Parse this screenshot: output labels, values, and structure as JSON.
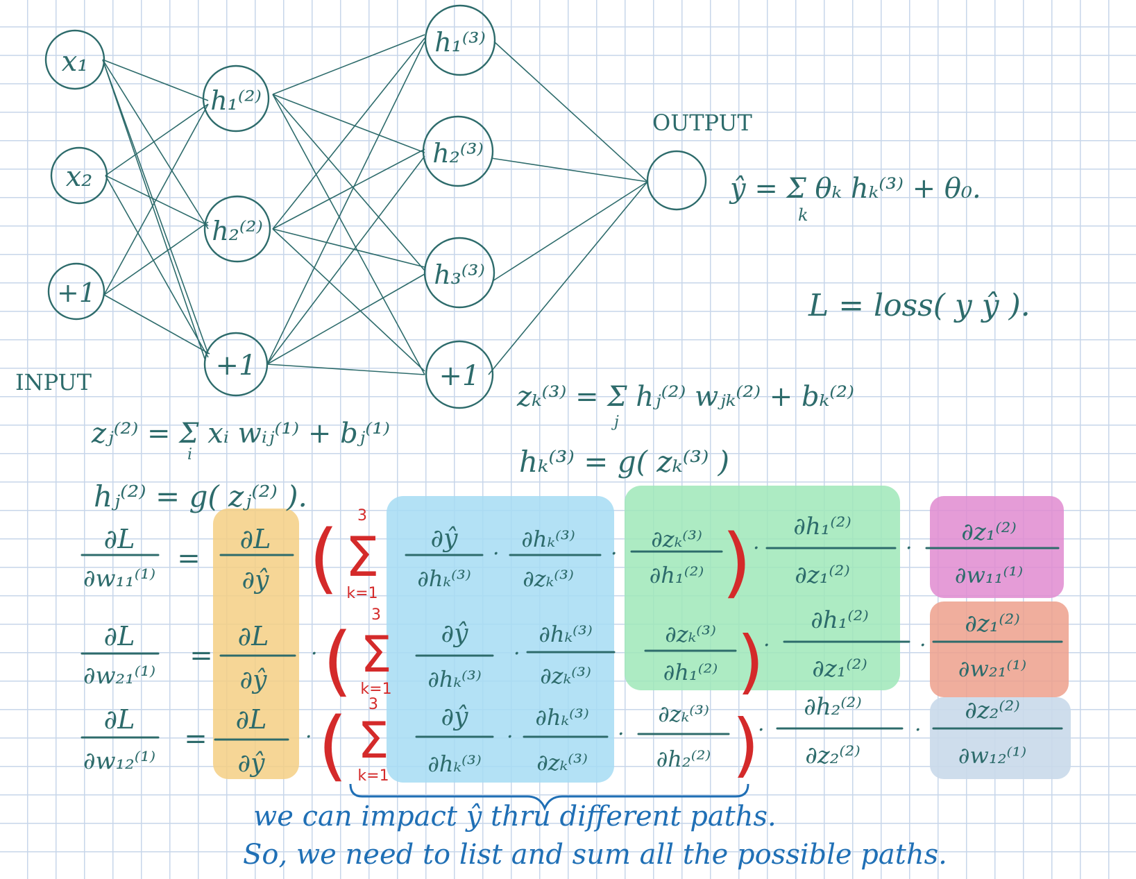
{
  "network": {
    "input_label": "INPUT",
    "output_label": "OUTPUT",
    "input_nodes": [
      "x₁",
      "x₂",
      "+1"
    ],
    "hidden2_nodes": [
      "h₁⁽²⁾",
      "h₂⁽²⁾",
      "+1"
    ],
    "hidden3_nodes": [
      "h₁⁽³⁾",
      "h₂⁽³⁾",
      "h₃⁽³⁾",
      "+1"
    ],
    "output_node": ""
  },
  "equations": {
    "yhat": "ŷ = Σ θₖ hₖ⁽³⁾ + θ₀.",
    "yhat_sub": "k",
    "loss": "L = loss( y ŷ ).",
    "zj2": "zⱼ⁽²⁾ = Σ xᵢ wᵢⱼ⁽¹⁾ + bⱼ⁽¹⁾",
    "zj2_sub": "i",
    "hj2": "hⱼ⁽²⁾ = g( zⱼ⁽²⁾ ).",
    "zk3": "zₖ⁽³⁾ = Σ hⱼ⁽²⁾ wⱼₖ⁽²⁾ + bₖ⁽²⁾",
    "zk3_sub": "j",
    "hk3": "hₖ⁽³⁾ = g( zₖ⁽³⁾ )"
  },
  "rows": [
    {
      "lhs_num": "∂L",
      "lhs_den": "∂w₁₁⁽¹⁾",
      "f1_num": "∂L",
      "f1_den": "∂ŷ",
      "sum_top": "3",
      "sum_bot": "k=1",
      "f2_num": "∂ŷ",
      "f2_den": "∂hₖ⁽³⁾",
      "f3_num": "∂hₖ⁽³⁾",
      "f3_den": "∂zₖ⁽³⁾",
      "f4_num": "∂zₖ⁽³⁾",
      "f4_den": "∂h₁⁽²⁾",
      "f5_num": "∂h₁⁽²⁾",
      "f5_den": "∂z₁⁽²⁾",
      "f6_num": "∂z₁⁽²⁾",
      "f6_den": "∂w₁₁⁽¹⁾"
    },
    {
      "lhs_num": "∂L",
      "lhs_den": "∂w₂₁⁽¹⁾",
      "f1_num": "∂L",
      "f1_den": "∂ŷ",
      "sum_top": "3",
      "sum_bot": "k=1",
      "f2_num": "∂ŷ",
      "f2_den": "∂hₖ⁽³⁾",
      "f3_num": "∂hₖ⁽³⁾",
      "f3_den": "∂zₖ⁽³⁾",
      "f4_num": "∂zₖ⁽³⁾",
      "f4_den": "∂h₁⁽²⁾",
      "f5_num": "∂h₁⁽²⁾",
      "f5_den": "∂z₁⁽²⁾",
      "f6_num": "∂z₁⁽²⁾",
      "f6_den": "∂w₂₁⁽¹⁾"
    },
    {
      "lhs_num": "∂L",
      "lhs_den": "∂w₁₂⁽¹⁾",
      "f1_num": "∂L",
      "f1_den": "∂ŷ",
      "sum_top": "3",
      "sum_bot": "k=1",
      "f2_num": "∂ŷ",
      "f2_den": "∂hₖ⁽³⁾",
      "f3_num": "∂hₖ⁽³⁾",
      "f3_den": "∂zₖ⁽³⁾",
      "f4_num": "∂zₖ⁽³⁾",
      "f4_den": "∂h₂⁽²⁾",
      "f5_num": "∂h₂⁽²⁾",
      "f5_den": "∂z₂⁽²⁾",
      "f6_num": "∂z₂⁽²⁾",
      "f6_den": "∂w₁₂⁽¹⁾"
    }
  ],
  "notes": {
    "line1": "we can impact ŷ thru different paths.",
    "line2": "So, we need to list and sum all the possible paths."
  },
  "colors": {
    "ink": "#2d6b6b",
    "grid": "#c7d6ea",
    "yellow": "#f5cf84",
    "blue": "#a6dcf3",
    "green": "#9fe7b8",
    "pink": "#e08bd0",
    "orange": "#eda08c",
    "gray_blue": "#c9d9ea",
    "red": "#d42a2a",
    "note_blue": "#1f6fb5"
  }
}
